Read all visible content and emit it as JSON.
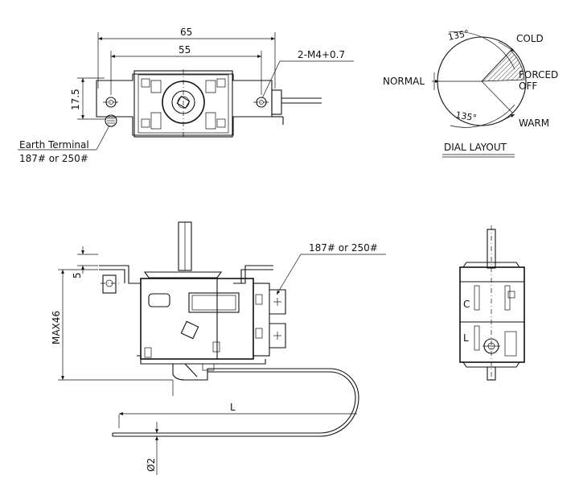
{
  "top_view": {
    "dim_overall": "65",
    "dim_holes": "55",
    "dim_height": "17.5",
    "hole_callout": "2-M4+0.7",
    "earth_label": "Earth Terminal",
    "earth_spec": "187# or 250#"
  },
  "dial": {
    "angle_top": "135°",
    "angle_bottom": "135°",
    "label_cold": "COLD",
    "label_forced_1": "FORCED",
    "label_forced_2": "OFF",
    "label_normal": "NORMAL",
    "label_warm": "WARM",
    "title": "DIAL LAYOUT"
  },
  "side_view": {
    "terminal_spec": "187# or 250#",
    "dim_top": "5",
    "dim_max": "MAX46",
    "dim_length": "L",
    "dim_dia": "Ø2"
  },
  "end_view": {
    "label_c": "C",
    "label_l": "L"
  }
}
